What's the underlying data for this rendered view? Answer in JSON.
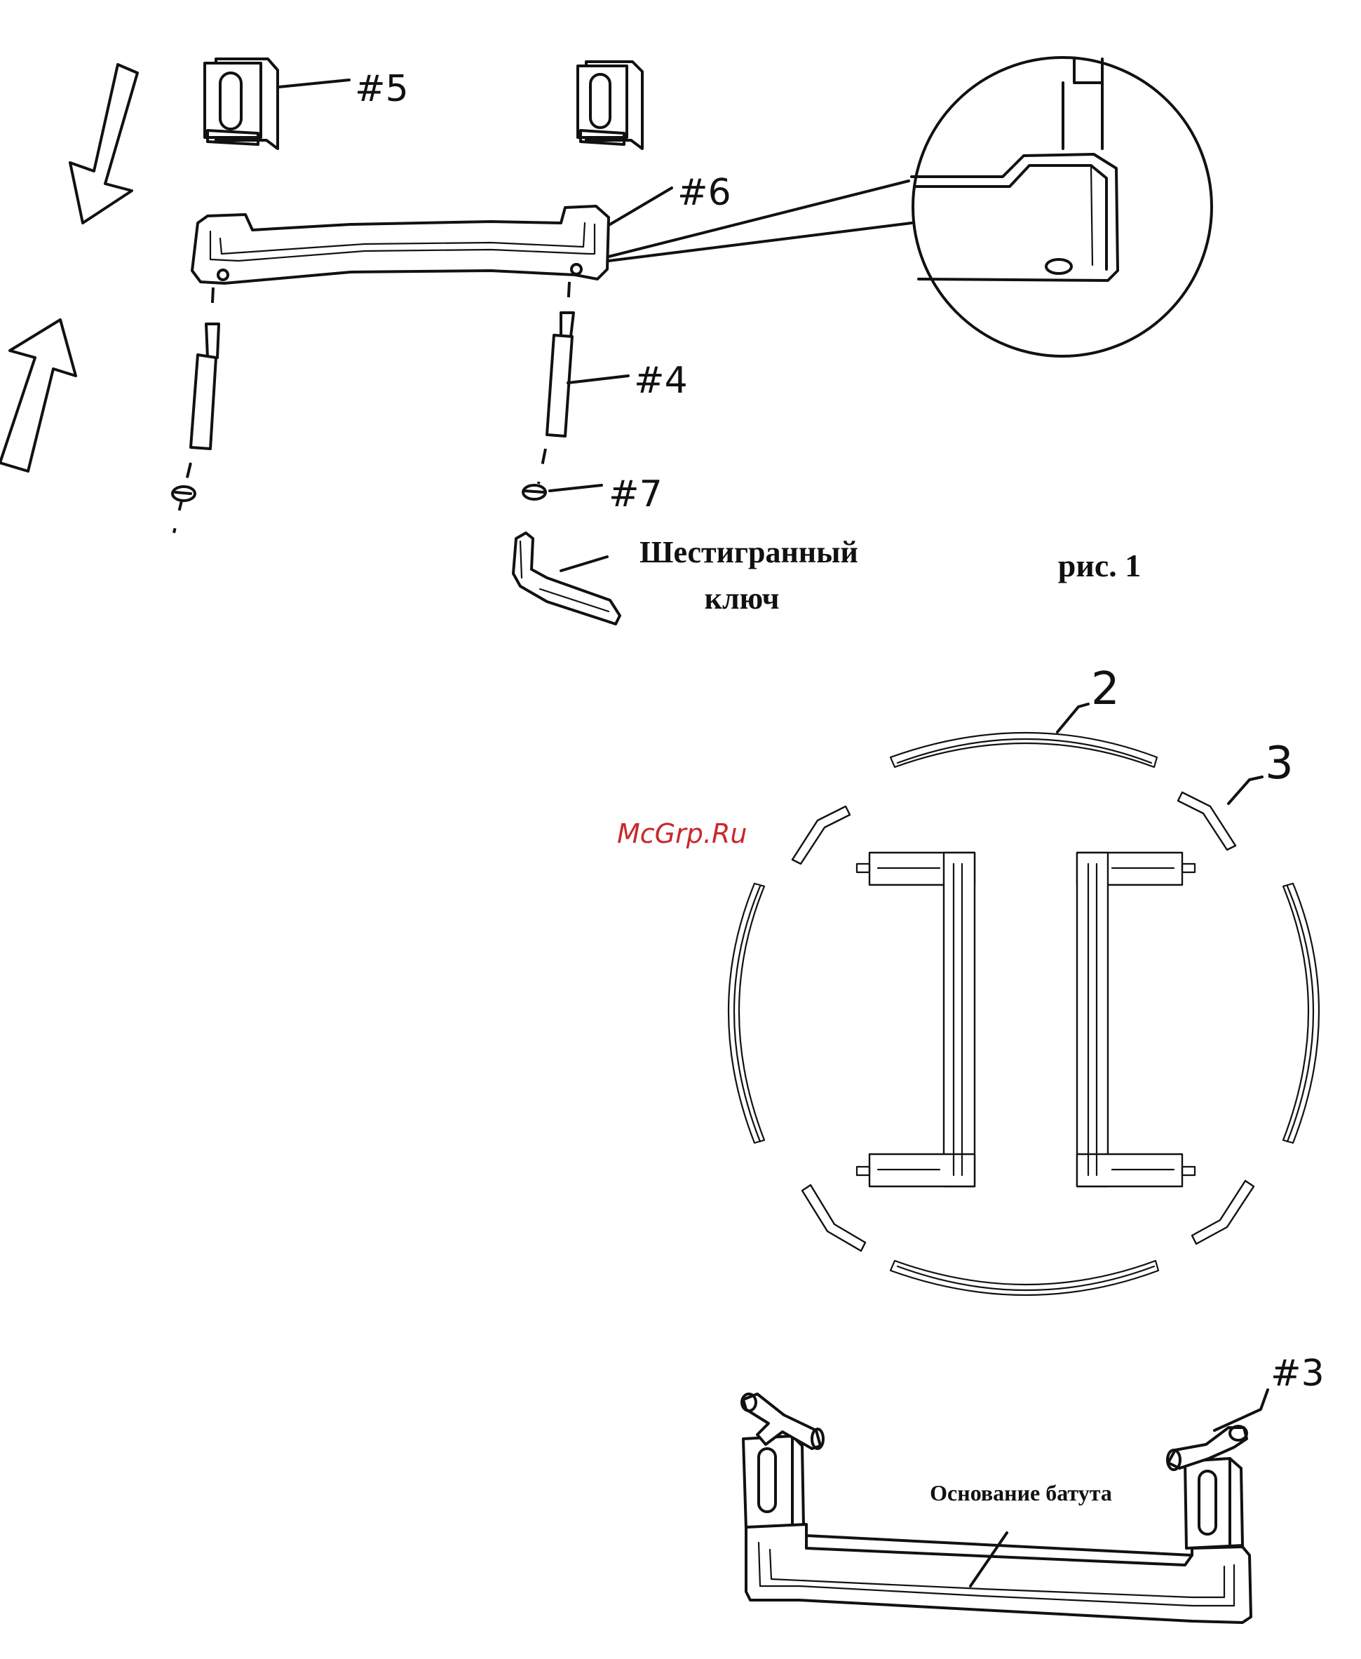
{
  "labels": {
    "part5": "#5",
    "part6": "#6",
    "part4": "#4",
    "part7": "#7",
    "hex_key_line1": "Шестигранный",
    "hex_key_line2": "ключ",
    "figure": "рис. 1",
    "ring_label_2": "2",
    "ring_label_3": "3",
    "part3": "#3",
    "base_label": "Основание батута"
  },
  "watermark": "McGrp.Ru",
  "colors": {
    "line": "#111111",
    "watermark": "#c8282e",
    "background": "#ffffff"
  }
}
